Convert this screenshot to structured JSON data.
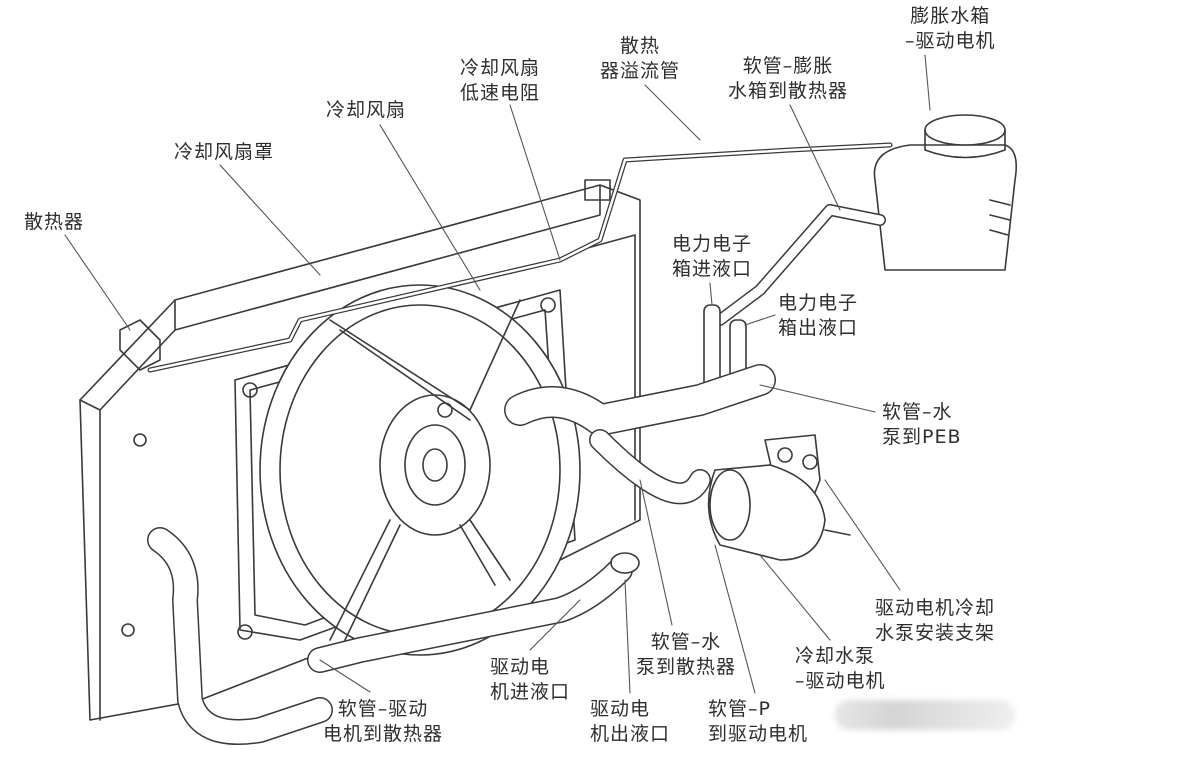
{
  "labels": {
    "expansion_tank": [
      "膨胀水箱",
      "–驱动电机"
    ],
    "radiator_overflow": [
      "散热",
      "器溢流管"
    ],
    "hose_tank_to_radiator": [
      "软管–膨胀",
      "水箱到散热器"
    ],
    "fan_low_speed_resistor": [
      "冷却风扇",
      "低速电阻"
    ],
    "cooling_fan": [
      "冷却风扇"
    ],
    "fan_shroud": [
      "冷却风扇罩"
    ],
    "radiator": [
      "散热器"
    ],
    "peb_inlet": [
      "电力电子",
      "箱进液口"
    ],
    "peb_outlet": [
      "电力电子",
      "箱出液口"
    ],
    "hose_pump_to_peb": [
      "软管–水",
      "泵到PEB"
    ],
    "pump_bracket": [
      "驱动电机冷却",
      "水泵安装支架"
    ],
    "coolant_pump": [
      "冷却水泵",
      "–驱动电机"
    ],
    "hose_pump_to_radiator": [
      "软管–水",
      "泵到散热器"
    ],
    "motor_inlet": [
      "驱动电",
      "机进液口"
    ],
    "motor_outlet": [
      "驱动电",
      "机出液口"
    ],
    "hose_peb_to_motor": [
      "软管–P",
      "到驱动电机"
    ],
    "hose_motor_to_radiator": [
      "软管–驱动",
      "电机到散热器"
    ]
  },
  "colors": {
    "line": "#3a3a3a",
    "text": "#2e2e2e",
    "fill": "#ffffff"
  }
}
